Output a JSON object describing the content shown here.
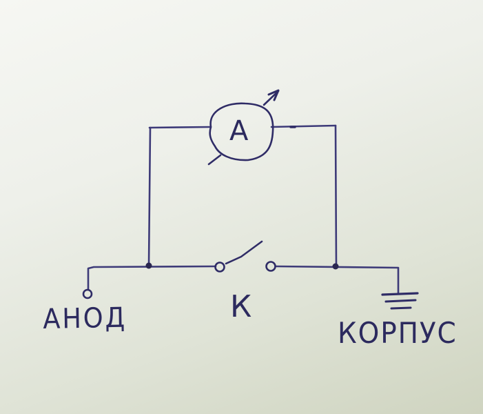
{
  "diagram": {
    "type": "electrical-circuit-sketch",
    "medium": "hand-drawn ink on paper",
    "colors": {
      "ink": "#3d3a78",
      "paper_light": "#f6f7f3",
      "paper_shadow": "#cfd4c0"
    },
    "components": {
      "ammeter": {
        "symbol_letter": "A",
        "has_adjustment_arrow": true
      },
      "switch": {
        "label": "К",
        "state": "open"
      },
      "anode_terminal": {
        "label": "АНОД"
      },
      "ground": {
        "label": "КОРПУС",
        "line_count": 3
      }
    },
    "junctions": 2
  }
}
